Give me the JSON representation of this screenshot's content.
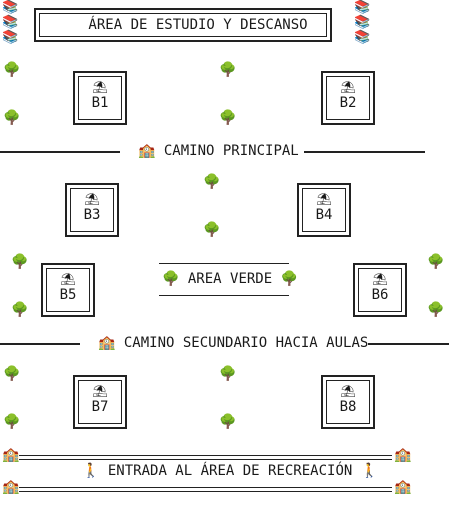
{
  "title": "ÁREA DE ESTUDIO Y DESCANSO",
  "benches": [
    {
      "label": "B1",
      "icon": "⛱"
    },
    {
      "label": "B2",
      "icon": "⛱"
    },
    {
      "label": "B3",
      "icon": "⛱"
    },
    {
      "label": "B4",
      "icon": "⛱"
    },
    {
      "label": "B5",
      "icon": "⛱"
    },
    {
      "label": "B6",
      "icon": "⛱"
    },
    {
      "label": "B7",
      "icon": "⛱"
    },
    {
      "label": "B8",
      "icon": "⛱"
    }
  ],
  "paths": {
    "main": "CAMINO PRINCIPAL",
    "secondary": "CAMINO SECUNDARIO HACIA AULAS",
    "green_area": "AREA VERDE",
    "entrance": "ENTRADA AL ÁREA DE RECREACIÓN"
  },
  "icons": {
    "tree": "🌳",
    "school": "🏫",
    "books": "📚",
    "walker": "🚶"
  }
}
